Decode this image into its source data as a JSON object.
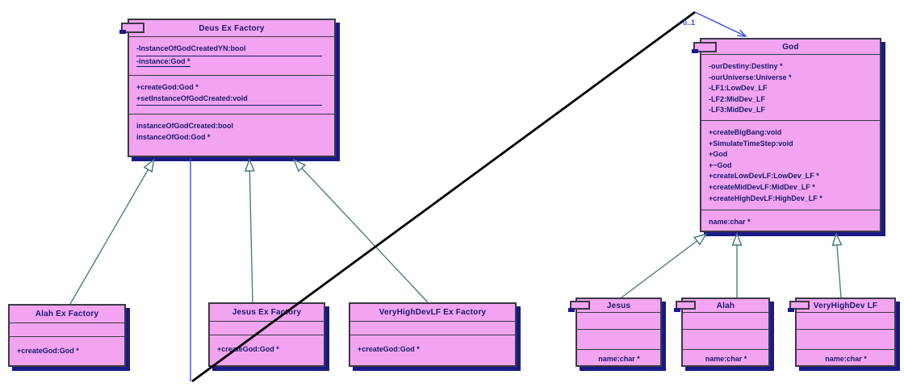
{
  "diagram": {
    "kind": "uml-class-diagram",
    "association": {
      "multiplicity_label": "0..1"
    },
    "colors": {
      "class_fill": "#F2A4F0",
      "class_shadow": "#1A1A86",
      "class_border": "#3A3A45",
      "text": "#191970",
      "generalization_line": "#3F7878",
      "association_line": "#3A4FE0",
      "association_segment": "#000000"
    }
  },
  "classes": {
    "deus_ex_factory": {
      "title": "Deus Ex Factory",
      "attributes": [
        "-InstanceOfGodCreatedYN:bool",
        "-instance:God *"
      ],
      "methods": [
        "+createGod:God *",
        "+setInstanceOfGodCreated:void"
      ],
      "properties": [
        "instanceOfGodCreated:bool",
        "instanceOfGod:God *"
      ]
    },
    "god": {
      "title": "God",
      "attributes": [
        "-ourDestiny:Destiny *",
        "-ourUniverse:Universe *",
        "-LF1:LowDev_LF",
        "-LF2:MidDev_LF",
        "-LF3:MidDev_LF"
      ],
      "methods": [
        "+createBigBang:void",
        "+SimulateTimeStep:void",
        "+God",
        "+~God",
        "+createLowDevLF:LowDev_LF *",
        "+createMidDevLF:MidDev_LF *",
        "+createHighDevLF:HighDev_LF *"
      ],
      "properties": [
        "name:char *"
      ]
    },
    "alah_ex_factory": {
      "title": "Alah Ex Factory",
      "methods": [
        "+createGod:God *"
      ]
    },
    "jesus_ex_factory": {
      "title": "Jesus Ex Factory",
      "methods": [
        "+createGod:God *"
      ]
    },
    "veryhighdevlf_ex_factory": {
      "title": "VeryHighDevLF Ex Factory",
      "methods": [
        "+createGod:God *"
      ]
    },
    "jesus": {
      "title": "Jesus",
      "properties": [
        "name:char *"
      ]
    },
    "alah": {
      "title": "Alah",
      "properties": [
        "name:char *"
      ]
    },
    "veryhighdev_lf": {
      "title": "VeryHighDev LF",
      "properties": [
        "name:char *"
      ]
    }
  }
}
